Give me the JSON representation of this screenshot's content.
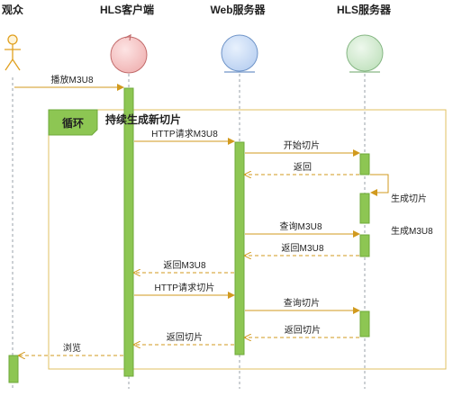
{
  "participants": [
    {
      "id": "viewer",
      "label": "观众"
    },
    {
      "id": "client",
      "label": "HLS客户端"
    },
    {
      "id": "web",
      "label": "Web服务器"
    },
    {
      "id": "hls",
      "label": "HLS服务器"
    }
  ],
  "loop": {
    "tag": "循环",
    "title": "持续生成新切片"
  },
  "messages": [
    {
      "id": "m1",
      "label": "播放M3U8"
    },
    {
      "id": "m2",
      "label": "HTTP请求M3U8"
    },
    {
      "id": "m3",
      "label": "开始切片"
    },
    {
      "id": "m4",
      "label": "返回"
    },
    {
      "id": "m5",
      "label": "查询M3U8"
    },
    {
      "id": "m6",
      "label": "返回M3U8"
    },
    {
      "id": "m7",
      "label": "返回M3U8"
    },
    {
      "id": "m8",
      "label": "HTTP请求切片"
    },
    {
      "id": "m9",
      "label": "查询切片"
    },
    {
      "id": "m10",
      "label": "返回切片"
    },
    {
      "id": "m11",
      "label": "返回切片"
    },
    {
      "id": "m12",
      "label": "浏览"
    }
  ],
  "self_note": {
    "line1": "生成切片",
    "line2": "生成M3U8"
  },
  "colors": {
    "arrow": "#d19a1e",
    "loop_border": "#e0c060",
    "activation_fill": "#8dc653",
    "activation_stroke": "#6ea83a",
    "loop_tag_fill": "#8dc653",
    "client_fill": "#f6c6c6",
    "client_stroke": "#c26b6b",
    "web_fill": "#c9dcf6",
    "web_stroke": "#6f94c8",
    "hls_fill": "#d5ecd3",
    "hls_stroke": "#86b784",
    "lifeline": "#9aa0a8"
  }
}
